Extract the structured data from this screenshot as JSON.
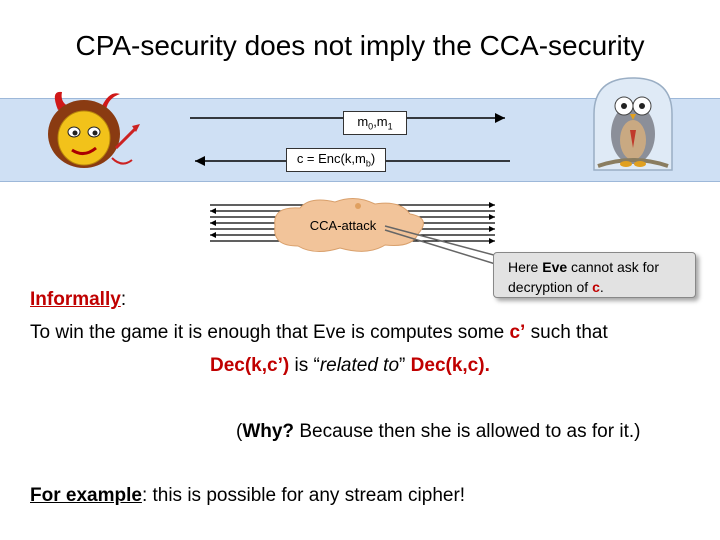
{
  "title": "CPA-security does not imply the CCA-security",
  "messages": {
    "up_main": "m",
    "up_sub0": "0",
    "up_sep": ",m",
    "up_sub1": "1",
    "down_main": "c = Enc(k,m",
    "down_sub": "b",
    "down_end": ")"
  },
  "cca_attack_label": "CCA-attack",
  "callout": {
    "pre": "Here ",
    "eve": "Eve",
    "mid": " cannot ask for decryption of ",
    "c": "c",
    "end": "."
  },
  "body": {
    "informally": "Informally",
    "colon": ":",
    "line1": "To win the game it is enough that Eve is computes some ",
    "cprime": "c’",
    "line1_end": " such that",
    "dec_cprime": "Dec(k,c’)",
    "is": " is “",
    "related_to": "related to",
    "close_quote": "” ",
    "dec_c": "Dec(k,c).",
    "why_open": "(",
    "why": "Why?",
    "why_rest": "  Because then she is allowed to as for it.)",
    "for_example": "For example",
    "example_rest": ": this is possible for any stream cipher!"
  },
  "colors": {
    "band": "#cfe0f4",
    "accent_red": "#c00000",
    "cloud": "#f2c49a",
    "callout_bg": "#e2e2e2"
  }
}
